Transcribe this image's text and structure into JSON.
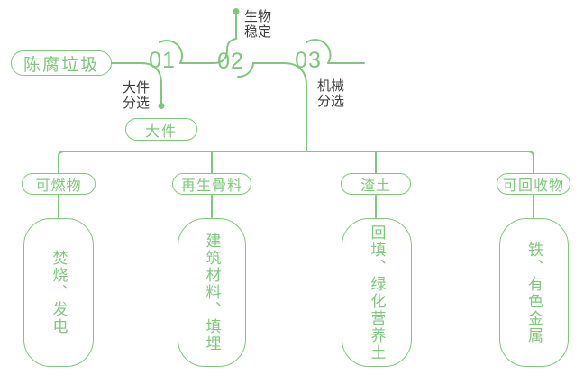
{
  "colors": {
    "accent": "#7ec87c",
    "label": "#3d3d3d",
    "background": "#ffffff"
  },
  "flow": {
    "source_label": "陈腐垃圾",
    "steps": [
      {
        "number": "01",
        "process_lines": [
          "大件",
          "分选"
        ],
        "output_label": "大件"
      },
      {
        "number": "02",
        "process_lines": [
          "生物",
          "稳定"
        ]
      },
      {
        "number": "03",
        "process_lines": [
          "机械",
          "分选"
        ]
      }
    ]
  },
  "branches": [
    {
      "category": "可燃物",
      "treatment": "焚烧、发电"
    },
    {
      "category": "再生骨料",
      "treatment": "建筑材料、填埋"
    },
    {
      "category": "渣土",
      "treatment": "回填、绿化营养土"
    },
    {
      "category": "可回收物",
      "treatment": "铁、有色金属"
    }
  ]
}
